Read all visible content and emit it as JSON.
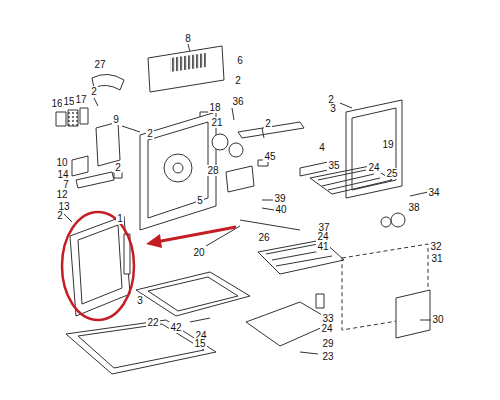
{
  "diagram": {
    "labels": [
      "8",
      "6",
      "27",
      "2",
      "16",
      "15",
      "17",
      "2",
      "18",
      "36",
      "21",
      "2",
      "9",
      "2",
      "3",
      "2",
      "19",
      "4",
      "10",
      "14",
      "7",
      "12",
      "2",
      "45",
      "35",
      "28",
      "24",
      "25",
      "34",
      "13",
      "2",
      "1",
      "5",
      "39",
      "40",
      "38",
      "37",
      "24",
      "41",
      "26",
      "20",
      "32",
      "31",
      "3",
      "22",
      "42",
      "24",
      "15",
      "33",
      "24",
      "29",
      "23",
      "30"
    ]
  }
}
